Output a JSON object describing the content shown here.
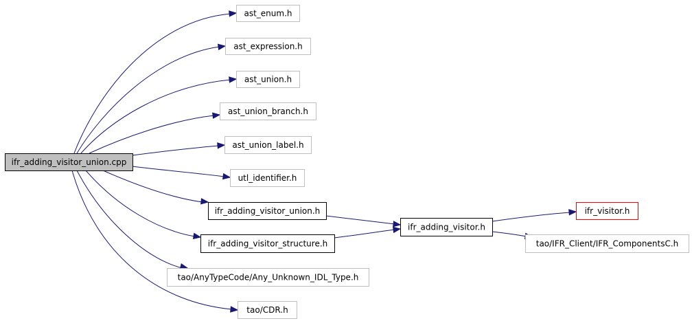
{
  "colors": {
    "edge": "#191970",
    "root_fill": "#bfbfbf",
    "root_border": "#000000",
    "documented_border": "#000000",
    "undocumented_border": "#bfbfbf",
    "truncated_border": "#ff0000"
  },
  "nodes": {
    "root": {
      "label": "ifr_adding_visitor_union.cpp",
      "kind": "root"
    },
    "ast_enum": {
      "label": "ast_enum.h",
      "kind": "undocumented"
    },
    "ast_expression": {
      "label": "ast_expression.h",
      "kind": "undocumented"
    },
    "ast_union": {
      "label": "ast_union.h",
      "kind": "undocumented"
    },
    "ast_union_branch": {
      "label": "ast_union_branch.h",
      "kind": "undocumented"
    },
    "ast_union_label": {
      "label": "ast_union_label.h",
      "kind": "undocumented"
    },
    "utl_identifier": {
      "label": "utl_identifier.h",
      "kind": "undocumented"
    },
    "ifr_adding_visitor_union": {
      "label": "ifr_adding_visitor_union.h",
      "kind": "documented"
    },
    "ifr_adding_visitor_structure": {
      "label": "ifr_adding_visitor_structure.h",
      "kind": "documented"
    },
    "any_unknown": {
      "label": "tao/AnyTypeCode/Any_Unknown_IDL_Type.h",
      "kind": "undocumented"
    },
    "cdr": {
      "label": "tao/CDR.h",
      "kind": "undocumented"
    },
    "ifr_adding_visitor": {
      "label": "ifr_adding_visitor.h",
      "kind": "documented"
    },
    "ifr_visitor": {
      "label": "ifr_visitor.h",
      "kind": "truncated"
    },
    "ifr_components": {
      "label": "tao/IFR_Client/IFR_ComponentsC.h",
      "kind": "undocumented"
    }
  },
  "edges": [
    [
      "root",
      "ast_enum"
    ],
    [
      "root",
      "ast_expression"
    ],
    [
      "root",
      "ast_union"
    ],
    [
      "root",
      "ast_union_branch"
    ],
    [
      "root",
      "ast_union_label"
    ],
    [
      "root",
      "utl_identifier"
    ],
    [
      "root",
      "ifr_adding_visitor_union"
    ],
    [
      "root",
      "ifr_adding_visitor_structure"
    ],
    [
      "root",
      "any_unknown"
    ],
    [
      "root",
      "cdr"
    ],
    [
      "ifr_adding_visitor_union",
      "ifr_adding_visitor"
    ],
    [
      "ifr_adding_visitor_structure",
      "ifr_adding_visitor"
    ],
    [
      "ifr_adding_visitor",
      "ifr_visitor"
    ],
    [
      "ifr_adding_visitor",
      "ifr_components"
    ]
  ]
}
